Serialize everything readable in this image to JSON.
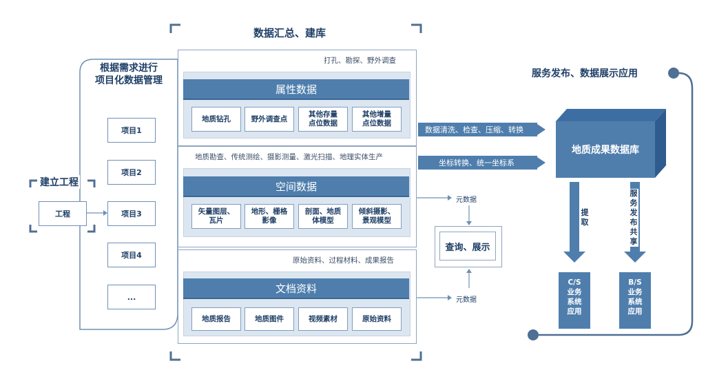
{
  "title_top": "数据汇总、建库",
  "left_title": [
    "根据需求进行",
    "项目化数据管理"
  ],
  "build_project": {
    "label": "建立工程",
    "box": "工程"
  },
  "projects": [
    "项目1",
    "项目2",
    "项目3",
    "项目4",
    "..."
  ],
  "sections": [
    {
      "note": "打孔、勘探、野外调查",
      "header": "属性数据",
      "items": [
        "地质钻孔",
        "野外调查点",
        "其他存量\n点位数据",
        "其他增量\n点位数据"
      ]
    },
    {
      "note": "地质勘查、传统测绘、摄影测量、激光扫描、地理实体生产",
      "header": "空间数据",
      "items": [
        "矢量图层、\n瓦片",
        "地形、栅格\n影像",
        "剖面、地质\n体模型",
        "倾斜摄影、\n景观模型"
      ]
    },
    {
      "note": "原始资料、过程材料、成果报告",
      "header": "文档资料",
      "items": [
        "地质报告",
        "地质图件",
        "视频素材",
        "原始资料"
      ]
    }
  ],
  "arrows": {
    "clean": "数据清洗、检查、压缩、转换",
    "coord": "坐标转换、统一坐标系"
  },
  "metadata_label_1": "元数据",
  "metadata_label_2": "元数据",
  "query_box": "查询、展示",
  "database": "地质成果数据库",
  "service_title": "服务发布、数据展示应用",
  "extract_label": [
    "提",
    "取"
  ],
  "publish_label": [
    "服",
    "务",
    "发",
    "布",
    "共",
    "享"
  ],
  "cs_box": [
    "C/S",
    "业务",
    "系统",
    "应用"
  ],
  "bs_box": [
    "B/S",
    "业务",
    "系统",
    "应用"
  ],
  "colors": {
    "accent": "#4f7ead",
    "dark": "#1f3f66",
    "panel_bg": "#dce6f0",
    "line": "#8ea4bf"
  }
}
